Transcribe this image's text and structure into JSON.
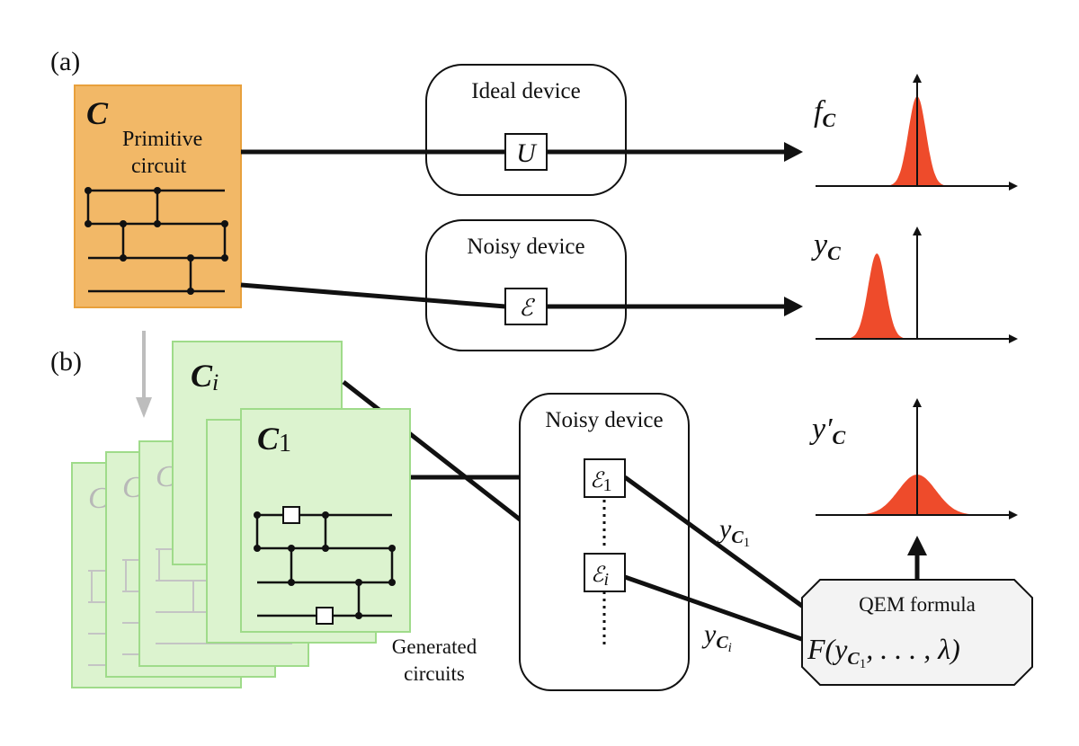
{
  "panel_labels": {
    "a": "(a)",
    "b": "(b)"
  },
  "primitive": {
    "symbol": "C",
    "label_line1": "Primitive",
    "label_line2": "circuit",
    "fill": "#f2b867",
    "stroke": "#e8a03c"
  },
  "generated": {
    "front_symbol": "C",
    "front_subscript": "1",
    "back_symbol": "C",
    "back_subscript": "i",
    "ghost_letter": "C",
    "caption_line1": "Generated",
    "caption_line2": "circuits",
    "fill": "#dcf3cf",
    "stroke": "#9fdb8a"
  },
  "devices": {
    "ideal": {
      "title": "Ideal device",
      "gate": "U"
    },
    "noisy_a": {
      "title": "Noisy device",
      "gate": "ℰ"
    },
    "noisy_b": {
      "title": "Noisy device",
      "gate1": "ℰ",
      "gate1_sub": "1",
      "gatei": "ℰ",
      "gatei_sub": "i"
    }
  },
  "outputs": {
    "f": {
      "letter": "f",
      "sub": "C"
    },
    "y": {
      "letter": "y",
      "sub": "C"
    },
    "yprime": {
      "letter": "y′",
      "sub": "C"
    },
    "y1": {
      "letter": "y",
      "sub": "C",
      "subsub": "1"
    },
    "yi": {
      "letter": "y",
      "sub": "C",
      "subsub": "i"
    }
  },
  "qem": {
    "title": "QEM formula",
    "formula_prefix": "F(y",
    "formula_sub": "C",
    "formula_subsub": "1",
    "formula_suffix": ", . . . , λ)"
  },
  "colors": {
    "distribution": "#ee4b2b",
    "line": "#111111",
    "arrow_down": "#bdbdbd"
  },
  "chart_data": [
    {
      "type": "area",
      "name": "",
      "distribution": "gaussian",
      "center": 0,
      "spread": 0.35,
      "height": 1.0,
      "xlim": [
        -4,
        4
      ]
    },
    {
      "type": "area",
      "name": "",
      "distribution": "gaussian",
      "center": -1.6,
      "spread": 0.35,
      "height": 0.95,
      "xlim": [
        -4,
        4
      ]
    },
    {
      "type": "area",
      "name": "",
      "distribution": "gaussian",
      "center": 0,
      "spread": 0.75,
      "height": 0.45,
      "xlim": [
        -4,
        4
      ]
    }
  ]
}
